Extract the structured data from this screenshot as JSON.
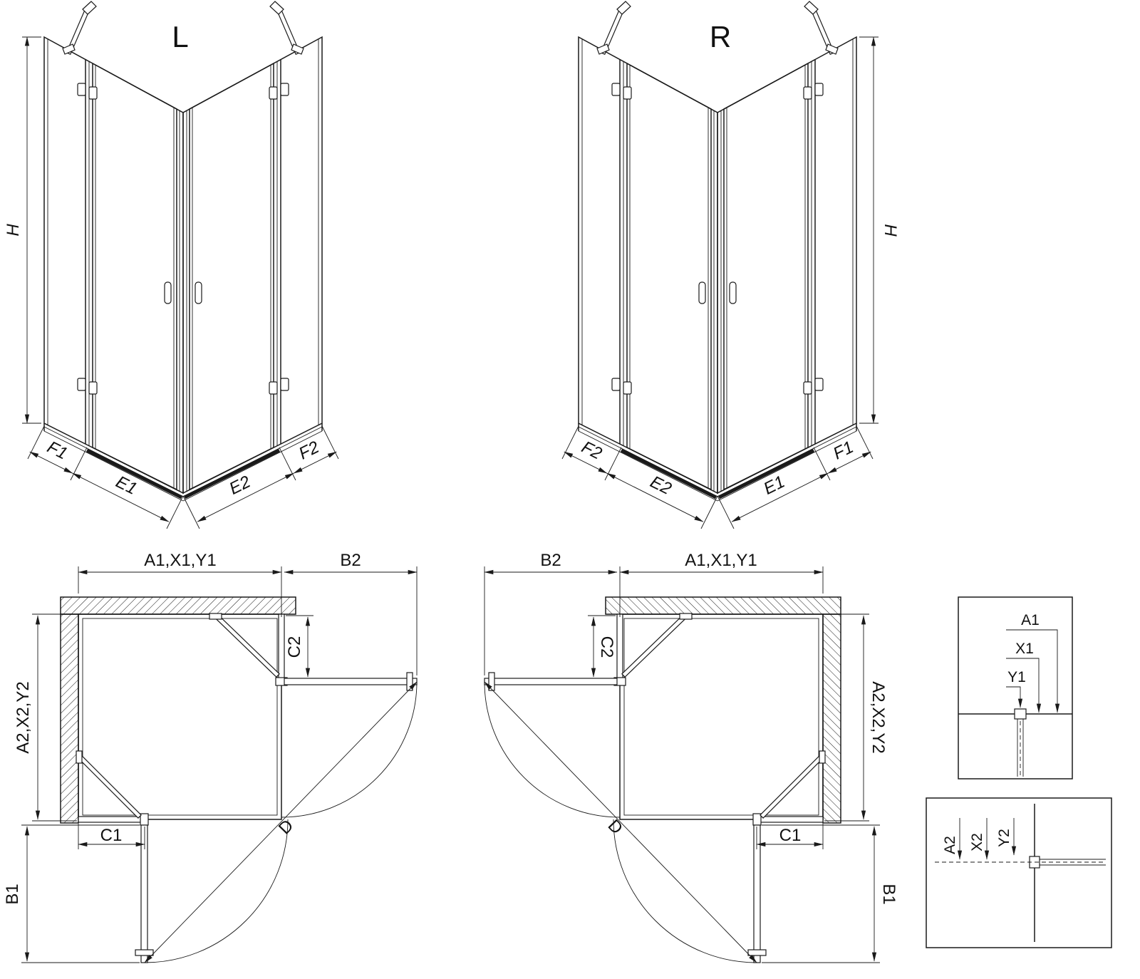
{
  "iso_left": {
    "title": "L",
    "height": "H",
    "bottom_dims": [
      "F1",
      "E1",
      "E2",
      "F2"
    ]
  },
  "iso_right": {
    "title": "R",
    "height": "H",
    "bottom_dims": [
      "F2",
      "E2",
      "E1",
      "F1"
    ]
  },
  "plan_left": {
    "width": "A1,X1,Y1",
    "door_right": "B2",
    "fixed_right": "C2",
    "depth": "A2,X2,Y2",
    "fixed_bottom": "C1",
    "door_bottom": "B1",
    "diagonal": "D"
  },
  "plan_right": {
    "width": "A1,X1,Y1",
    "door_left": "B2",
    "fixed_left": "C2",
    "depth": "A2,X2,Y2",
    "fixed_bottom": "C1",
    "door_bottom": "B1",
    "diagonal": "D"
  },
  "detail_width": {
    "dims": [
      "A1",
      "X1",
      "Y1"
    ]
  },
  "detail_depth": {
    "dims": [
      "A2",
      "X2",
      "Y2"
    ]
  },
  "colors": {
    "line": "#1a1a1a",
    "background": "#ffffff"
  }
}
